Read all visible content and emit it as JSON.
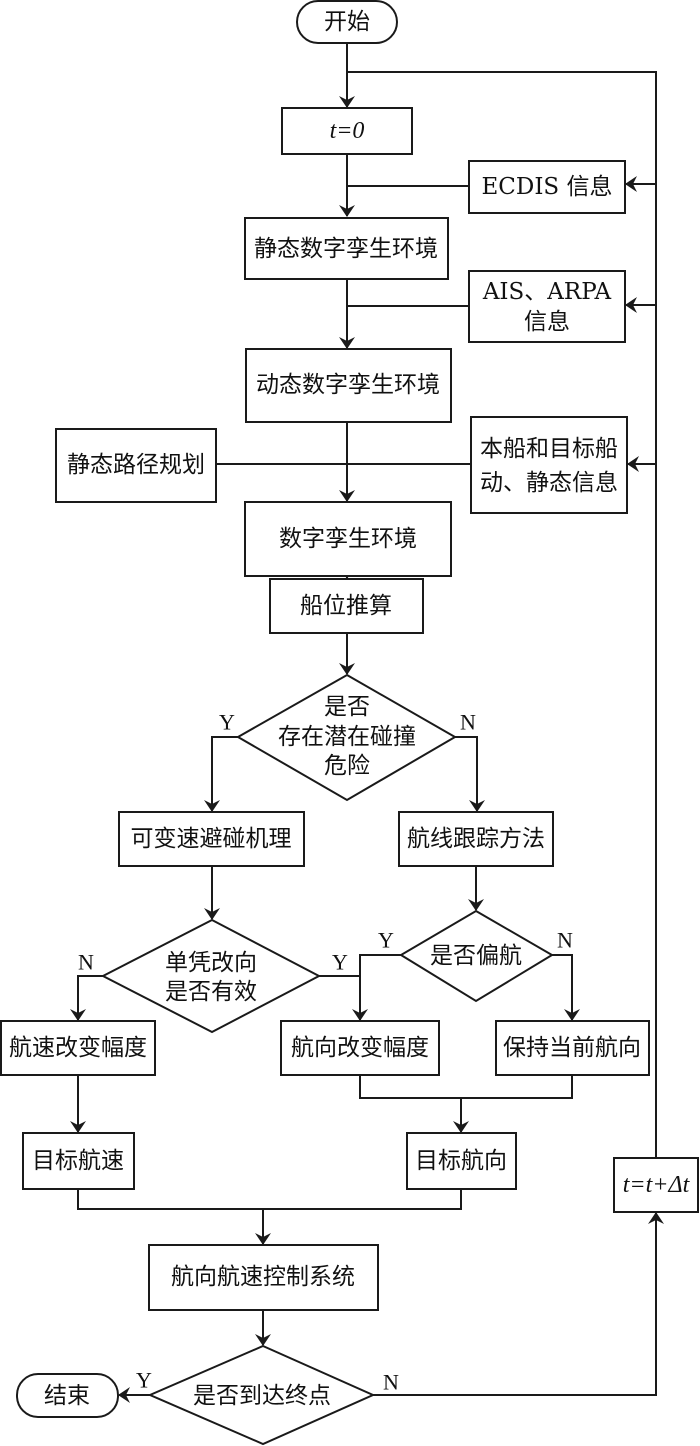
{
  "diagram": {
    "type": "flowchart",
    "nodes": {
      "start": {
        "label": "开始",
        "shape": "terminal"
      },
      "t_init": {
        "label": "t=0",
        "shape": "process"
      },
      "ecdis": {
        "label": "ECDIS 信息",
        "shape": "process"
      },
      "static_env": {
        "label": "静态数字孪生环境",
        "shape": "process"
      },
      "ais_arpa": {
        "lines": [
          "AIS、ARPA",
          "信息"
        ],
        "shape": "process"
      },
      "dynamic_env": {
        "label": "动态数字孪生环境",
        "shape": "process"
      },
      "static_path": {
        "label": "静态路径规划",
        "shape": "process"
      },
      "ship_info": {
        "lines": [
          "本船和目标船",
          "动、静态信息"
        ],
        "shape": "process"
      },
      "dt_env": {
        "label": "数字孪生环境",
        "shape": "process"
      },
      "dead_reckoning": {
        "label": "船位推算",
        "shape": "process"
      },
      "collision_risk": {
        "lines": [
          "是否",
          "存在潜在碰撞",
          "危险"
        ],
        "shape": "decision"
      },
      "variable_speed": {
        "label": "可变速避碰机理",
        "shape": "process"
      },
      "route_tracking": {
        "label": "航线跟踪方法",
        "shape": "process"
      },
      "course_only": {
        "lines": [
          "单凭改向",
          "是否有效"
        ],
        "shape": "decision"
      },
      "off_course": {
        "label": "是否偏航",
        "shape": "decision"
      },
      "speed_change": {
        "label": "航速改变幅度",
        "shape": "process"
      },
      "heading_change": {
        "label": "航向改变幅度",
        "shape": "process"
      },
      "keep_heading": {
        "label": "保持当前航向",
        "shape": "process"
      },
      "target_speed": {
        "label": "目标航速",
        "shape": "process"
      },
      "target_heading": {
        "label": "目标航向",
        "shape": "process"
      },
      "control_system": {
        "label": "航向航速控制系统",
        "shape": "process"
      },
      "reach_end": {
        "label": "是否到达终点",
        "shape": "decision"
      },
      "end": {
        "label": "结束",
        "shape": "terminal"
      },
      "t_step": {
        "label": "t=t+Δt",
        "shape": "process"
      }
    },
    "branch_labels": {
      "yes": "Y",
      "no": "N"
    },
    "edges": [
      {
        "from": "start",
        "to": "t_init"
      },
      {
        "from": "t_init",
        "to": "static_env"
      },
      {
        "from": "ecdis",
        "to": "static_env"
      },
      {
        "from": "static_env",
        "to": "dynamic_env"
      },
      {
        "from": "ais_arpa",
        "to": "dynamic_env"
      },
      {
        "from": "dynamic_env",
        "to": "dt_env"
      },
      {
        "from": "static_path",
        "to": "dt_env"
      },
      {
        "from": "ship_info",
        "to": "dt_env"
      },
      {
        "from": "dt_env",
        "to": "dead_reckoning"
      },
      {
        "from": "dead_reckoning",
        "to": "collision_risk"
      },
      {
        "from": "collision_risk",
        "to": "variable_speed",
        "label": "Y"
      },
      {
        "from": "collision_risk",
        "to": "route_tracking",
        "label": "N"
      },
      {
        "from": "variable_speed",
        "to": "course_only"
      },
      {
        "from": "route_tracking",
        "to": "off_course"
      },
      {
        "from": "course_only",
        "to": "speed_change",
        "label": "N"
      },
      {
        "from": "course_only",
        "to": "heading_change",
        "label": "Y"
      },
      {
        "from": "off_course",
        "to": "heading_change",
        "label": "Y"
      },
      {
        "from": "off_course",
        "to": "keep_heading",
        "label": "N"
      },
      {
        "from": "speed_change",
        "to": "target_speed"
      },
      {
        "from": "heading_change",
        "to": "target_heading"
      },
      {
        "from": "keep_heading",
        "to": "target_heading"
      },
      {
        "from": "target_speed",
        "to": "control_system"
      },
      {
        "from": "target_heading",
        "to": "control_system"
      },
      {
        "from": "control_system",
        "to": "reach_end"
      },
      {
        "from": "reach_end",
        "to": "end",
        "label": "Y"
      },
      {
        "from": "reach_end",
        "to": "t_step",
        "label": "N"
      },
      {
        "from": "t_step",
        "to": "ecdis"
      },
      {
        "from": "t_step",
        "to": "ais_arpa"
      },
      {
        "from": "t_step",
        "to": "ship_info"
      },
      {
        "from": "t_step",
        "to": "static_env"
      }
    ]
  }
}
